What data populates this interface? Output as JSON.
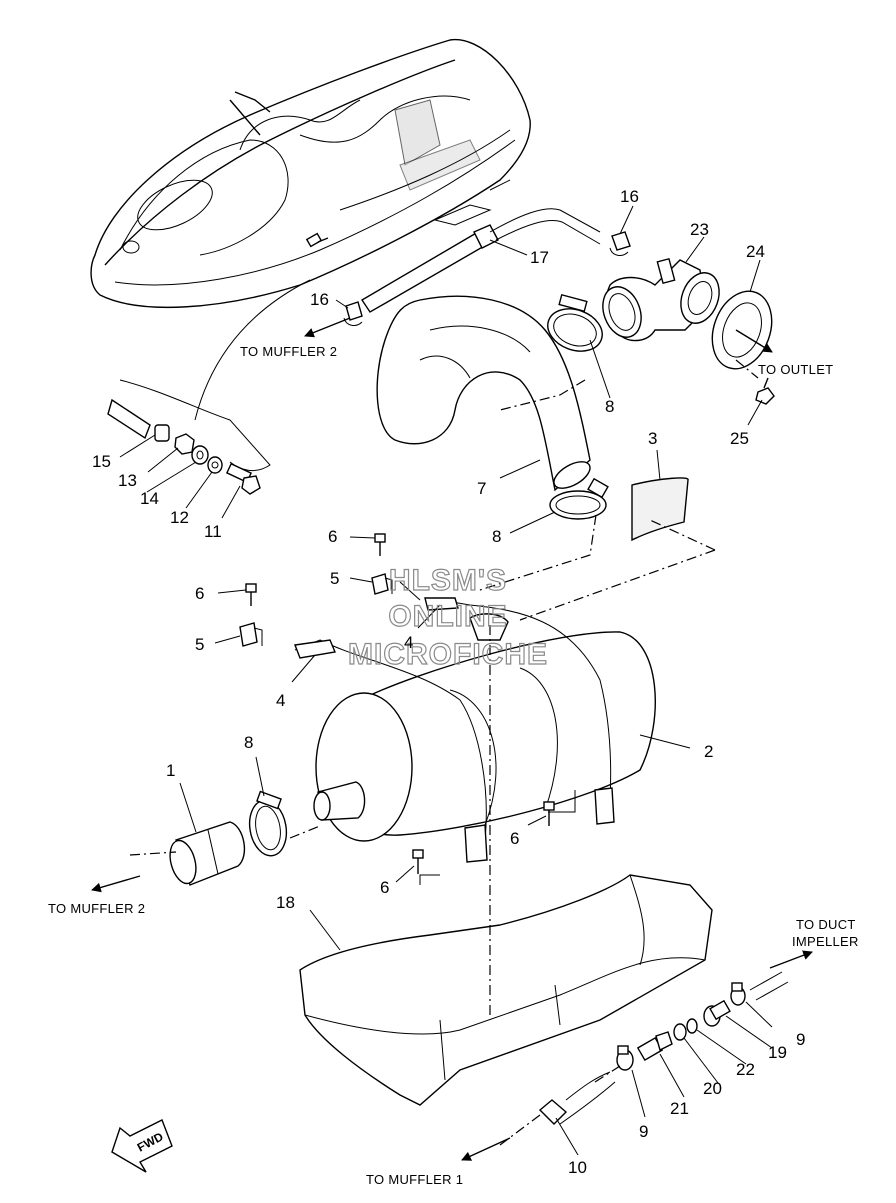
{
  "watermark": [
    "HLSM'S",
    "ONLINE",
    "MICROFICHE"
  ],
  "fwd_label": "FWD",
  "destinations": {
    "muffler2_top": "TO MUFFLER 2",
    "muffler2_left": "TO MUFFLER 2",
    "outlet": "TO OUTLET",
    "duct_line1": "TO DUCT",
    "duct_line2": "IMPELLER",
    "muffler1": "TO MUFFLER 1"
  },
  "callouts": [
    {
      "id": "c1",
      "number": "1"
    },
    {
      "id": "c2",
      "number": "2"
    },
    {
      "id": "c3",
      "number": "3"
    },
    {
      "id": "c4a",
      "number": "4"
    },
    {
      "id": "c4b",
      "number": "4"
    },
    {
      "id": "c5a",
      "number": "5"
    },
    {
      "id": "c5b",
      "number": "5"
    },
    {
      "id": "c6a",
      "number": "6"
    },
    {
      "id": "c6b",
      "number": "6"
    },
    {
      "id": "c6c",
      "number": "6"
    },
    {
      "id": "c6d",
      "number": "6"
    },
    {
      "id": "c7",
      "number": "7"
    },
    {
      "id": "c8a",
      "number": "8"
    },
    {
      "id": "c8b",
      "number": "8"
    },
    {
      "id": "c8c",
      "number": "8"
    },
    {
      "id": "c9a",
      "number": "9"
    },
    {
      "id": "c9b",
      "number": "9"
    },
    {
      "id": "c10",
      "number": "10"
    },
    {
      "id": "c11",
      "number": "11"
    },
    {
      "id": "c12",
      "number": "12"
    },
    {
      "id": "c13",
      "number": "13"
    },
    {
      "id": "c14",
      "number": "14"
    },
    {
      "id": "c15",
      "number": "15"
    },
    {
      "id": "c16a",
      "number": "16"
    },
    {
      "id": "c16b",
      "number": "16"
    },
    {
      "id": "c17",
      "number": "17"
    },
    {
      "id": "c18",
      "number": "18"
    },
    {
      "id": "c19",
      "number": "19"
    },
    {
      "id": "c20",
      "number": "20"
    },
    {
      "id": "c21",
      "number": "21"
    },
    {
      "id": "c22",
      "number": "22"
    },
    {
      "id": "c23",
      "number": "23"
    },
    {
      "id": "c24",
      "number": "24"
    },
    {
      "id": "c25",
      "number": "25"
    }
  ]
}
